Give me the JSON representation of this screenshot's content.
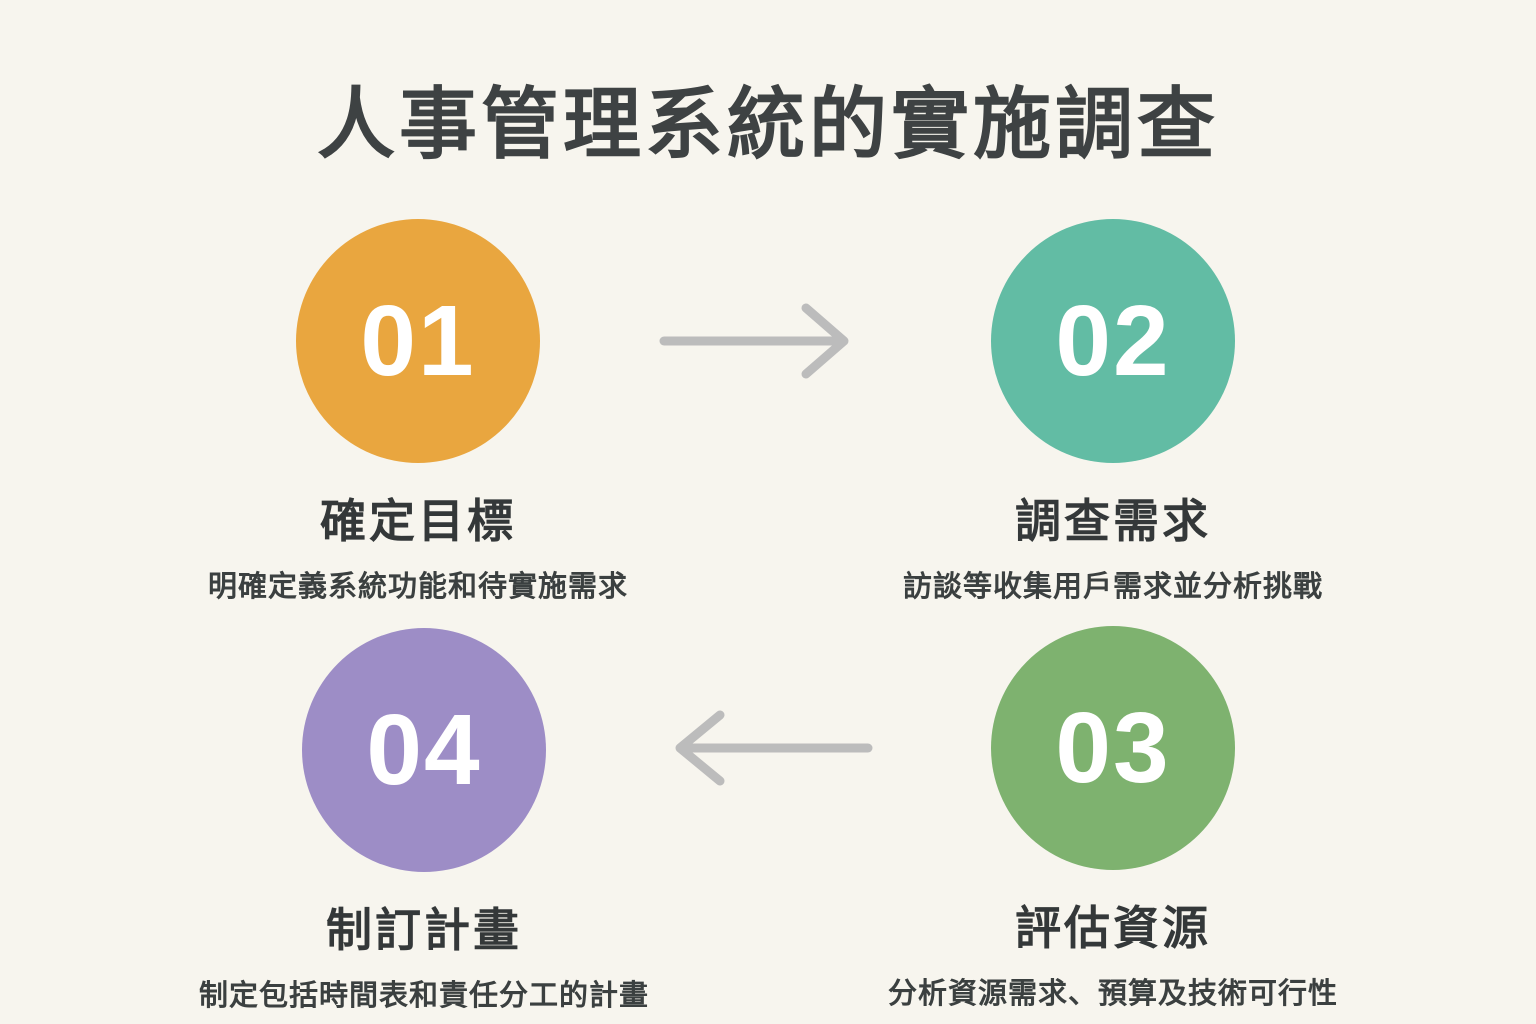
{
  "page": {
    "background": "#f7f5ee"
  },
  "title": "人事管理系統的實施調查",
  "steps": [
    {
      "number": "01",
      "color": "#e9a63f",
      "label": "確定目標",
      "description": "明確定義系統功能和待實施需求"
    },
    {
      "number": "02",
      "color": "#62bca4",
      "label": "調查需求",
      "description": "訪談等收集用戶需求並分析挑戰"
    },
    {
      "number": "03",
      "color": "#7eb26f",
      "label": "評估資源",
      "description": "分析資源需求、預算及技術可行性"
    },
    {
      "number": "04",
      "color": "#9d8dc6",
      "label": "制訂計畫",
      "description": "制定包括時間表和責任分工的計畫"
    }
  ],
  "arrows": [
    {
      "name": "arrow-right",
      "direction": "right"
    },
    {
      "name": "arrow-left",
      "direction": "left"
    }
  ],
  "colors": {
    "arrow": "#bcbcbc",
    "title_text": "#3e4243",
    "label_text": "#343839",
    "number_text": "#ffffff"
  }
}
